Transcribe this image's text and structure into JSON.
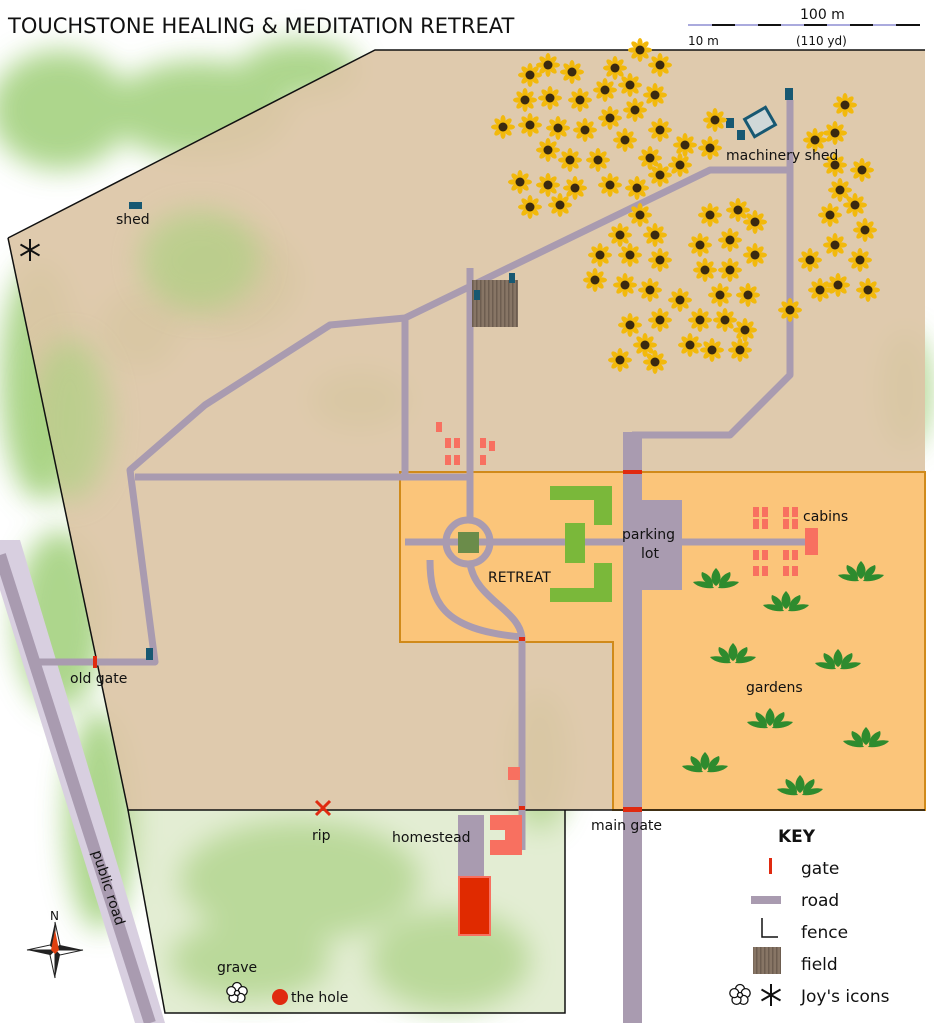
{
  "title": "TOUCHSTONE HEALING & MEDITATION RETREAT",
  "scale": {
    "major": "100 m",
    "minor": "10 m",
    "imperial": "(110 yd)"
  },
  "labels": {
    "shed": "shed",
    "machinery_shed": "machinery shed",
    "cabins": "cabins",
    "parking_lot_1": "parking",
    "parking_lot_2": "lot",
    "retreat": "RETREAT",
    "gardens": "gardens",
    "old_gate": "old gate",
    "rip": "rip",
    "homestead": "homestead",
    "main_gate": "main gate",
    "grave": "grave",
    "the_hole": "the hole",
    "public_road": "public road",
    "compass_north": "N"
  },
  "key": {
    "title": "KEY",
    "items": [
      {
        "label": "gate",
        "icon": "gate"
      },
      {
        "label": "road",
        "icon": "road"
      },
      {
        "label": "fence",
        "icon": "fence"
      },
      {
        "label": "field",
        "icon": "field"
      },
      {
        "label": "Joy's icons",
        "icon": "flower-snowflake"
      }
    ]
  },
  "colors": {
    "land": "#dcc6a6",
    "retreat": "#fbc57a",
    "retreat_border": "#d08a1a",
    "road": "#a99bb0",
    "gate": "#e02a10",
    "cabin": "#f87060",
    "green": "#7ab83a",
    "lotus": "#2e8b2e",
    "field": "#877565",
    "shed": "#175872"
  }
}
